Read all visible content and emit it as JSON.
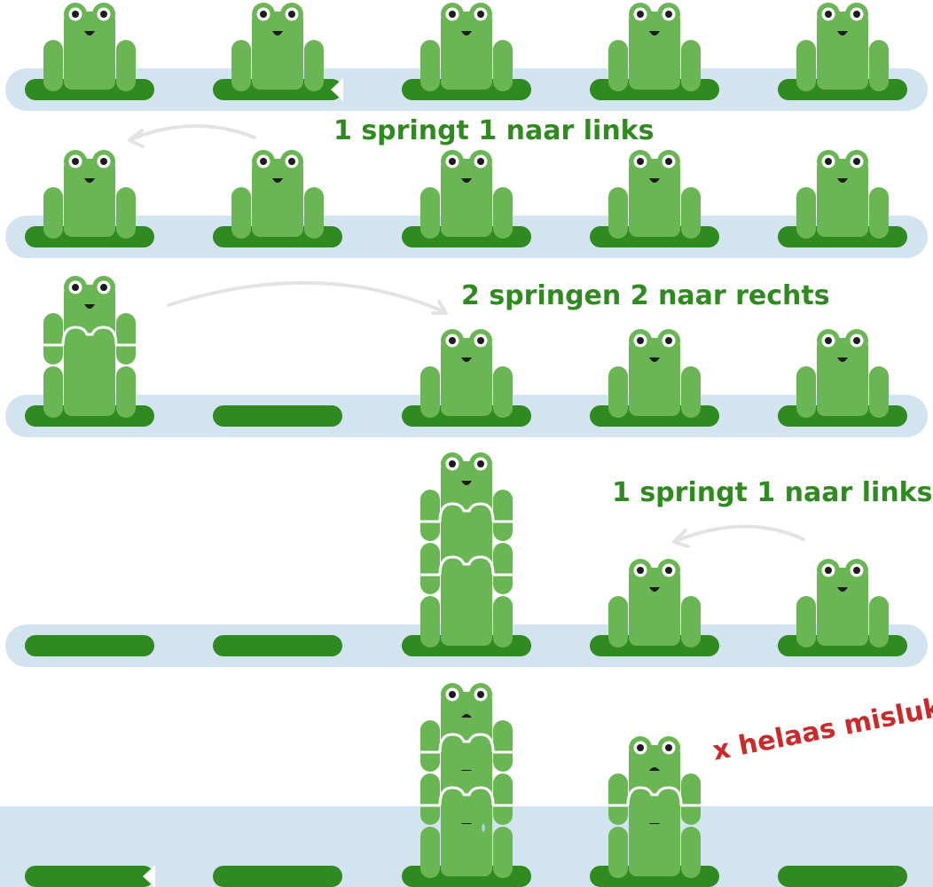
{
  "colors": {
    "frog": "#6ab655",
    "frog_outline": "#ffffff",
    "pad": "#2f8a1f",
    "water": "#d3e4f1",
    "arrow": "#e3e3e3",
    "good_text": "#2f8a1f",
    "bad_text": "#cc2a2a"
  },
  "rows": [
    {
      "stacks": [
        1,
        1,
        1,
        1,
        1
      ],
      "mood": "happy"
    },
    {
      "stacks": [
        1,
        1,
        1,
        1,
        1
      ],
      "mood": "happy"
    },
    {
      "stacks": [
        2,
        0,
        1,
        1,
        1
      ],
      "mood": "happy"
    },
    {
      "stacks": [
        0,
        0,
        3,
        1,
        1
      ],
      "mood": "happy"
    },
    {
      "stacks": [
        0,
        0,
        3,
        2,
        0
      ],
      "mood": "sad"
    }
  ],
  "labels": {
    "step1": "1 springt 1 naar links",
    "step2": "2 springen 2 naar rechts",
    "step3": "1 springt 1 naar links",
    "fail": "x helaas mislukt"
  }
}
